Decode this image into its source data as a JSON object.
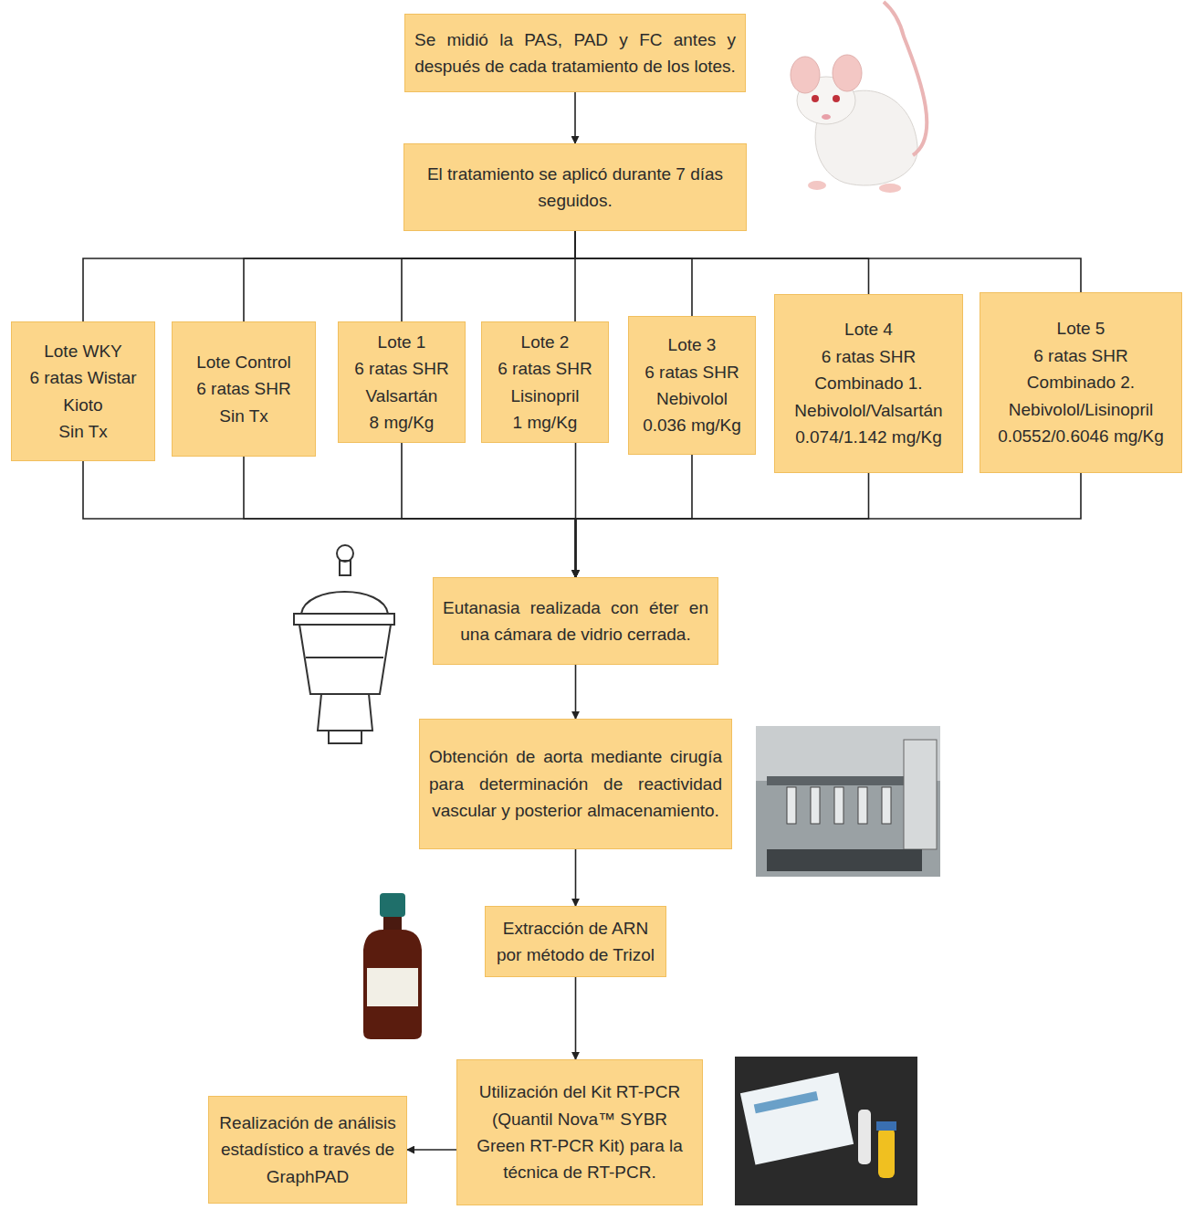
{
  "diagram": {
    "nodes": [
      {
        "text": [
          "Se midió la PAS, PAD y FC antes y después de cada tratamiento de los lotes."
        ]
      },
      {
        "text": [
          "El tratamiento se aplicó durante 7 días seguidos."
        ]
      },
      {
        "text": [
          "Lote WKY",
          "6 ratas Wistar Kioto",
          "Sin Tx"
        ]
      },
      {
        "text": [
          "Lote Control",
          "6 ratas SHR",
          "Sin Tx"
        ]
      },
      {
        "text": [
          "Lote 1",
          "6 ratas SHR",
          "Valsartán",
          "8 mg/Kg"
        ]
      },
      {
        "text": [
          "Lote 2",
          "6 ratas SHR",
          "Lisinopril",
          "1 mg/Kg"
        ]
      },
      {
        "text": [
          "Lote 3",
          "6 ratas SHR",
          "Nebivolol",
          "0.036 mg/Kg"
        ]
      },
      {
        "text": [
          "Lote 4",
          "6 ratas SHR",
          "Combinado 1.",
          "Nebivolol/Valsartán",
          "0.074/1.142 mg/Kg"
        ]
      },
      {
        "text": [
          "Lote 5",
          "6 ratas SHR",
          "Combinado 2.",
          "Nebivolol/Lisinopril",
          "0.0552/0.6046 mg/Kg"
        ]
      },
      {
        "text": [
          "Eutanasia realizada con éter en una cámara de vidrio cerrada."
        ]
      },
      {
        "text": [
          "Obtención de aorta mediante cirugía para determinación de reactividad vascular y posterior almacenamiento."
        ]
      },
      {
        "text": [
          "Extracción de ARN por método de Trizol"
        ]
      },
      {
        "text": [
          "Utilización del Kit RT-PCR (Quantil Nova™ SYBR Green RT-PCR Kit) para la técnica de RT-PCR."
        ]
      },
      {
        "text": [
          "Realización de análisis estadístico a través de GraphPAD"
        ]
      }
    ],
    "edges": [
      {
        "from": 0,
        "to": 1,
        "arrow": "to"
      },
      {
        "from": 1,
        "to": 2,
        "arrow": "none"
      },
      {
        "from": 1,
        "to": 3,
        "arrow": "none"
      },
      {
        "from": 1,
        "to": 4,
        "arrow": "none"
      },
      {
        "from": 1,
        "to": 5,
        "arrow": "none"
      },
      {
        "from": 1,
        "to": 6,
        "arrow": "none"
      },
      {
        "from": 1,
        "to": 7,
        "arrow": "none"
      },
      {
        "from": 1,
        "to": 8,
        "arrow": "none"
      },
      {
        "from": 2,
        "to": 9,
        "arrow": "to"
      },
      {
        "from": 3,
        "to": 9,
        "arrow": "to"
      },
      {
        "from": 4,
        "to": 9,
        "arrow": "to"
      },
      {
        "from": 5,
        "to": 9,
        "arrow": "to"
      },
      {
        "from": 6,
        "to": 9,
        "arrow": "to"
      },
      {
        "from": 7,
        "to": 9,
        "arrow": "to"
      },
      {
        "from": 8,
        "to": 9,
        "arrow": "to"
      },
      {
        "from": 9,
        "to": 10,
        "arrow": "to"
      },
      {
        "from": 10,
        "to": 11,
        "arrow": "to"
      },
      {
        "from": 11,
        "to": 12,
        "arrow": "to"
      },
      {
        "from": 12,
        "to": 13,
        "arrow": "to"
      }
    ]
  }
}
